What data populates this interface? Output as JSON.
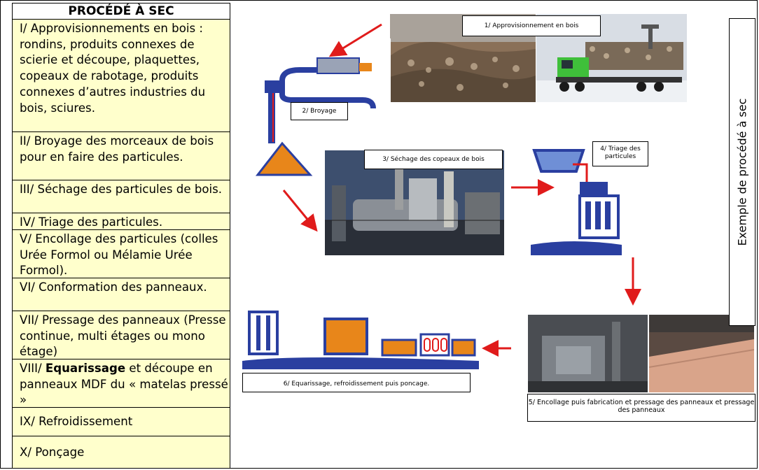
{
  "table": {
    "header": "PROCÉDÉ À SEC",
    "rows": [
      {
        "text": "I/ Approvisionnements en bois : rondins, produits connexes de scierie et découpe, plaquettes, copeaux de rabotage, produits connexes d’autres industries du bois, sciures."
      },
      {
        "text": "II/ Broyage des morceaux de bois pour en faire des particules."
      },
      {
        "text": "III/ Séchage des particules de bois."
      },
      {
        "text": "IV/ Triage des particules."
      },
      {
        "text": "V/ Encollage des particules (colles Urée Formol ou Mélamie Urée Formol)."
      },
      {
        "text": "VI/ Conformation des panneaux."
      },
      {
        "text": "VII/ Pressage des panneaux (Presse continue, multi étages ou mono étage)"
      },
      {
        "bold": "Equarissage",
        "prefix": "VIII/ ",
        "suffix": " et découpe en panneaux MDF du « matelas pressé »"
      },
      {
        "text": "IX/ Refroidissement"
      },
      {
        "text": "X/ Ponçage"
      }
    ]
  },
  "labels": {
    "step1": "1/ Approvisionnement en bois",
    "step2": "2/ Broyage",
    "step3": "3/ Séchage des copeaux de bois",
    "step4": "4/ Triage des particules",
    "step5": "5/ Encollage puis fabrication  et pressage des panneaux et pressage des panneaux",
    "step6": "6/ Equarissage, refroidissement puis poncage."
  },
  "side_label": "Exemple de procédé à sec",
  "colors": {
    "arrow": "#e01b1b",
    "machine_blue": "#2a3fa0",
    "machine_orange": "#e8861a",
    "table_fill": "#ffffcc"
  }
}
